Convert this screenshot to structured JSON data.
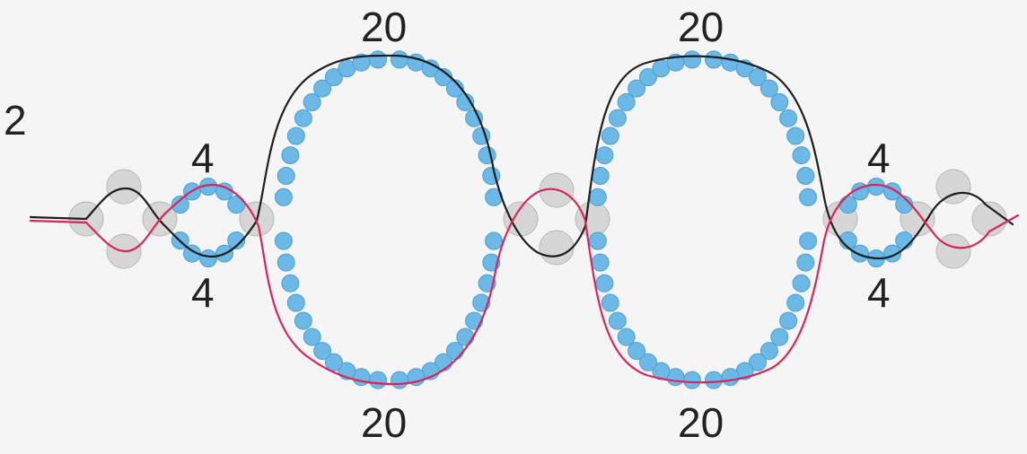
{
  "colors": {
    "background": "#f4f5f4",
    "seed_bead": "#6cb8e6",
    "seed_bead_stroke": "#4d9fd0",
    "big_bead": "#d6d6d6",
    "big_bead_stroke": "#b7b7b7",
    "thread_dark": "#1e1e1e",
    "thread_red": "#d8265a",
    "label_text": "#222222"
  },
  "labels": {
    "strands": "2",
    "left_small_top": "4",
    "left_small_bottom": "4",
    "loop1_top": "20",
    "loop1_bottom": "20",
    "loop2_top": "20",
    "loop2_bottom": "20",
    "right_small_top": "4",
    "right_small_bottom": "4"
  }
}
